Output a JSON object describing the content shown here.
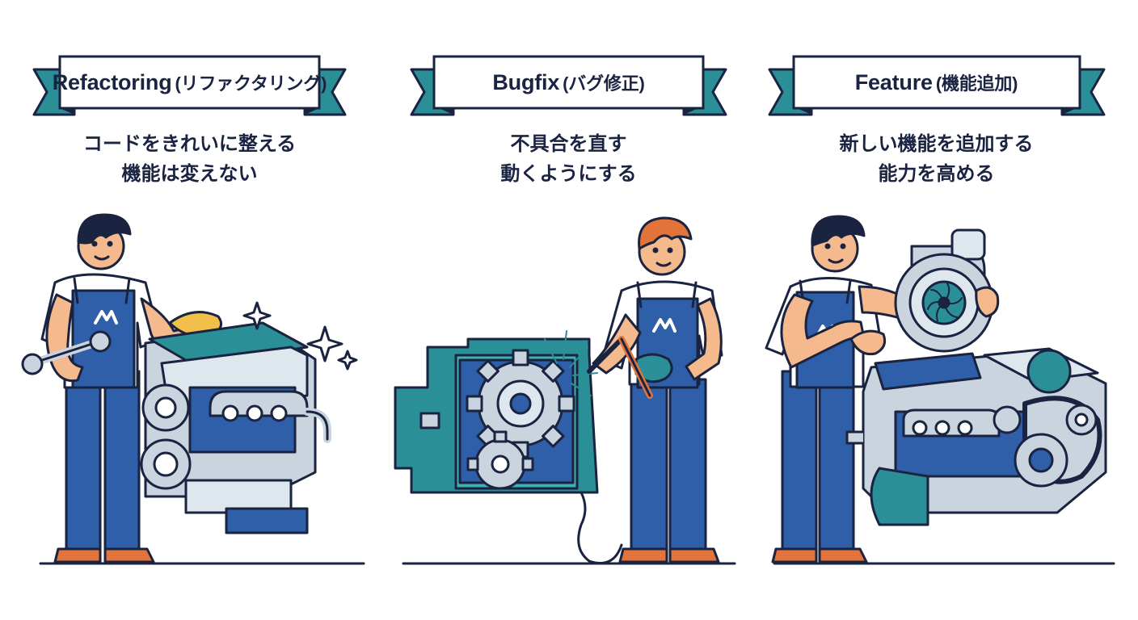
{
  "colors": {
    "navy": "#1a2340",
    "teal": "#2a8f96",
    "teal_light": "#3fb0b3",
    "blue": "#2f5fa8",
    "steel": "#c9d4de",
    "skin": "#f4b98c",
    "orange": "#e2733a",
    "white": "#ffffff"
  },
  "panels": [
    {
      "title_en": "Refactoring",
      "title_jp": "(リファクタリング)",
      "lines": [
        "コードをきれいに整える",
        "機能は変えない"
      ],
      "icon": "mechanic-cleaning-engine"
    },
    {
      "title_en": "Bugfix",
      "title_jp": "(バグ修正)",
      "lines": [
        "不具合を直す",
        "動くようにする"
      ],
      "icon": "mechanic-welding-gear"
    },
    {
      "title_en": "Feature",
      "title_jp": "(機能追加)",
      "lines": [
        "新しい機能を追加する",
        "能力を高める"
      ],
      "icon": "mechanic-adding-turbo"
    }
  ]
}
